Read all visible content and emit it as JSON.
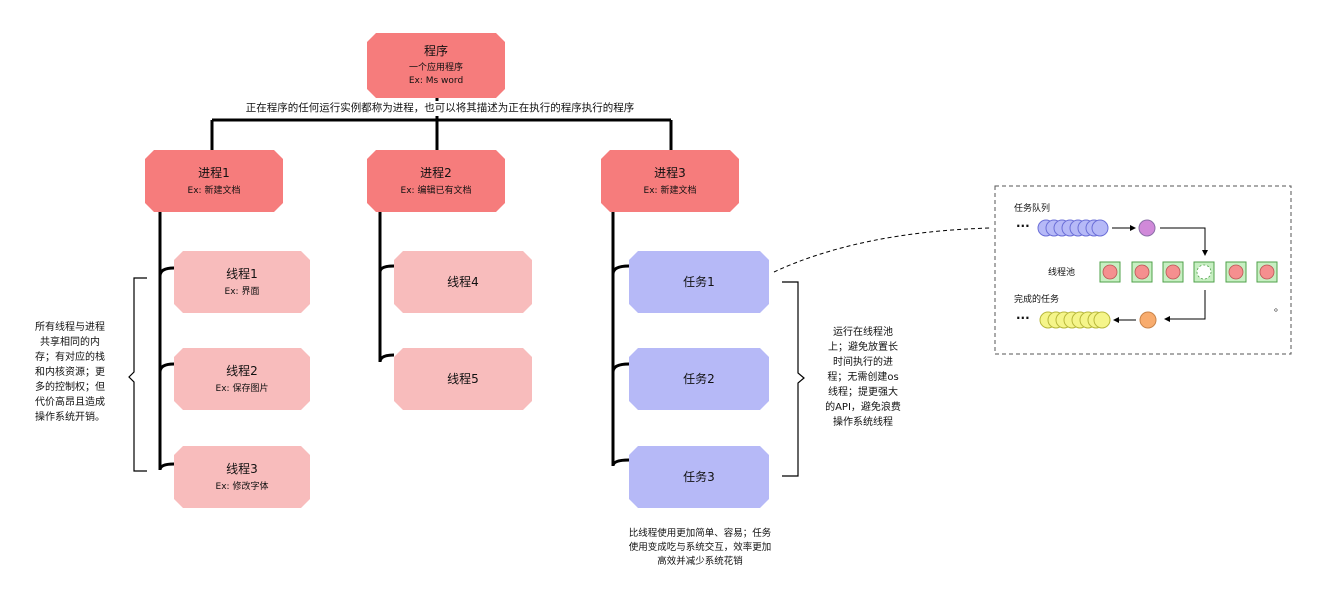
{
  "program": {
    "title": "程序",
    "line1": "一个应用程序",
    "line2": "Ex: Ms word"
  },
  "program_caption": "正在程序的任何运行实例都称为进程，也可以将其描述为正在执行的程序执行的程序",
  "processes": [
    {
      "title": "进程1",
      "sub": "Ex: 新建文档"
    },
    {
      "title": "进程2",
      "sub": "Ex: 编辑已有文档"
    },
    {
      "title": "进程3",
      "sub": "Ex: 新建文档"
    }
  ],
  "threads": [
    {
      "title": "线程1",
      "sub": "Ex: 界面"
    },
    {
      "title": "线程2",
      "sub": "Ex: 保存图片"
    },
    {
      "title": "线程3",
      "sub": "Ex: 修改字体"
    },
    {
      "title": "线程4",
      "sub": ""
    },
    {
      "title": "线程5",
      "sub": ""
    }
  ],
  "tasks": [
    {
      "title": "任务1"
    },
    {
      "title": "任务2"
    },
    {
      "title": "任务3"
    }
  ],
  "notes": {
    "left": [
      "所有线程与进程",
      "共享相同的内",
      "存；有对应的栈",
      "和内核资源；更",
      "多的控制权；但",
      "代价高昂且造成",
      "操作系统开销。"
    ],
    "right": [
      "运行在线程池",
      "上；避免放置长",
      "时间执行的进",
      "程；无需创建os",
      "线程；提更强大",
      "的API，避免浪费",
      "操作系统线程"
    ],
    "bottom": [
      "比线程使用更加简单、容易；任务",
      "使用变成吃与系统交互，效率更加",
      "高效并减少系统花销"
    ]
  },
  "threadpool_panel": {
    "queue_label": "任务队列",
    "pool_label": "线程池",
    "done_label": "完成的任务",
    "ellipsis": "···",
    "dot": "。"
  },
  "colors": {
    "process": "#f67c7c",
    "thread": "#f8bcbc",
    "task": "#b6b9f7",
    "queue_circle": "#b6b9f7",
    "pending_circle": "#d089d9",
    "done_circle": "#f5f58a",
    "pool_box": "#c7efc2"
  }
}
